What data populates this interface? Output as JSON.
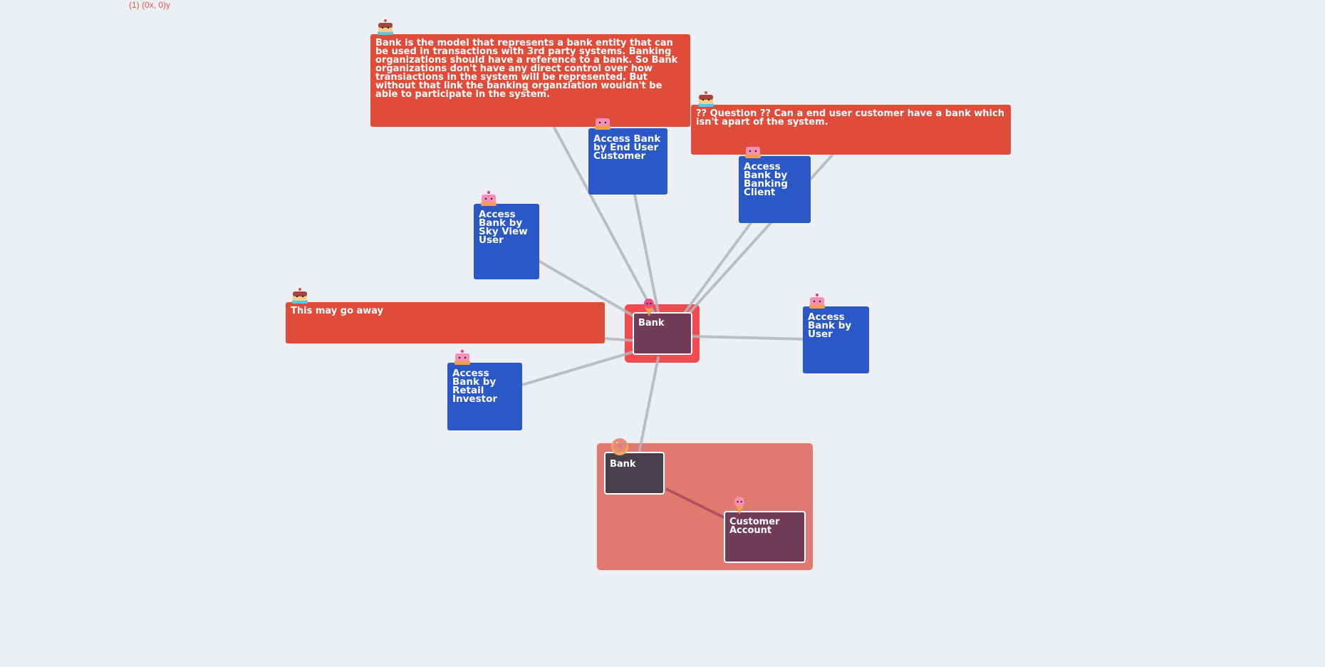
{
  "header": {
    "coords": "(1) (0x, 0)y"
  },
  "colors": {
    "background": "#eceff4",
    "note": "#e04c3a",
    "use_case": "#2b58c7",
    "model": "#713c55",
    "model_dark": "#45404a",
    "focus_group": "#f44a4f",
    "group": "#e07a70",
    "edge": "#bfc0c5"
  },
  "nodes": {
    "note_bank": {
      "text": "Bank is the model that represents a bank entity that can be used in transactions with 3rd party systems. Banking organizations should have a reference to a bank. So Bank organizations don't have any direct control over how transiactions in the system will be represented. But without that link the banking organziation wouldn't be able to participate in the system.",
      "icon": "chocolate-cake-icon"
    },
    "note_question": {
      "text": "?? Question ?? Can a end user customer have a bank which isn't apart of the system.",
      "icon": "chocolate-cake-icon"
    },
    "note_go_away": {
      "text": "This may go away",
      "icon": "chocolate-cake-icon"
    },
    "end_user": {
      "text": "Access Bank by End User Customer",
      "icon": "pink-cake-icon"
    },
    "banking_client": {
      "text": "Access Bank by Banking Client",
      "icon": "pink-cake-icon"
    },
    "sky_view": {
      "text": "Access Bank by Sky View User",
      "icon": "pink-cake-icon"
    },
    "user": {
      "text": "Access Bank by User",
      "icon": "pink-cake-icon"
    },
    "retail_investor": {
      "text": "Access Bank by Retail Investor",
      "icon": "pink-cake-icon"
    },
    "bank_main": {
      "text": "Bank",
      "icon": "ice-cream-icon"
    },
    "bank_group": {
      "text": "Bank",
      "icon": "donut-icon"
    },
    "customer_account": {
      "text": "Customer Account",
      "icon": "ice-cream-icon"
    }
  }
}
